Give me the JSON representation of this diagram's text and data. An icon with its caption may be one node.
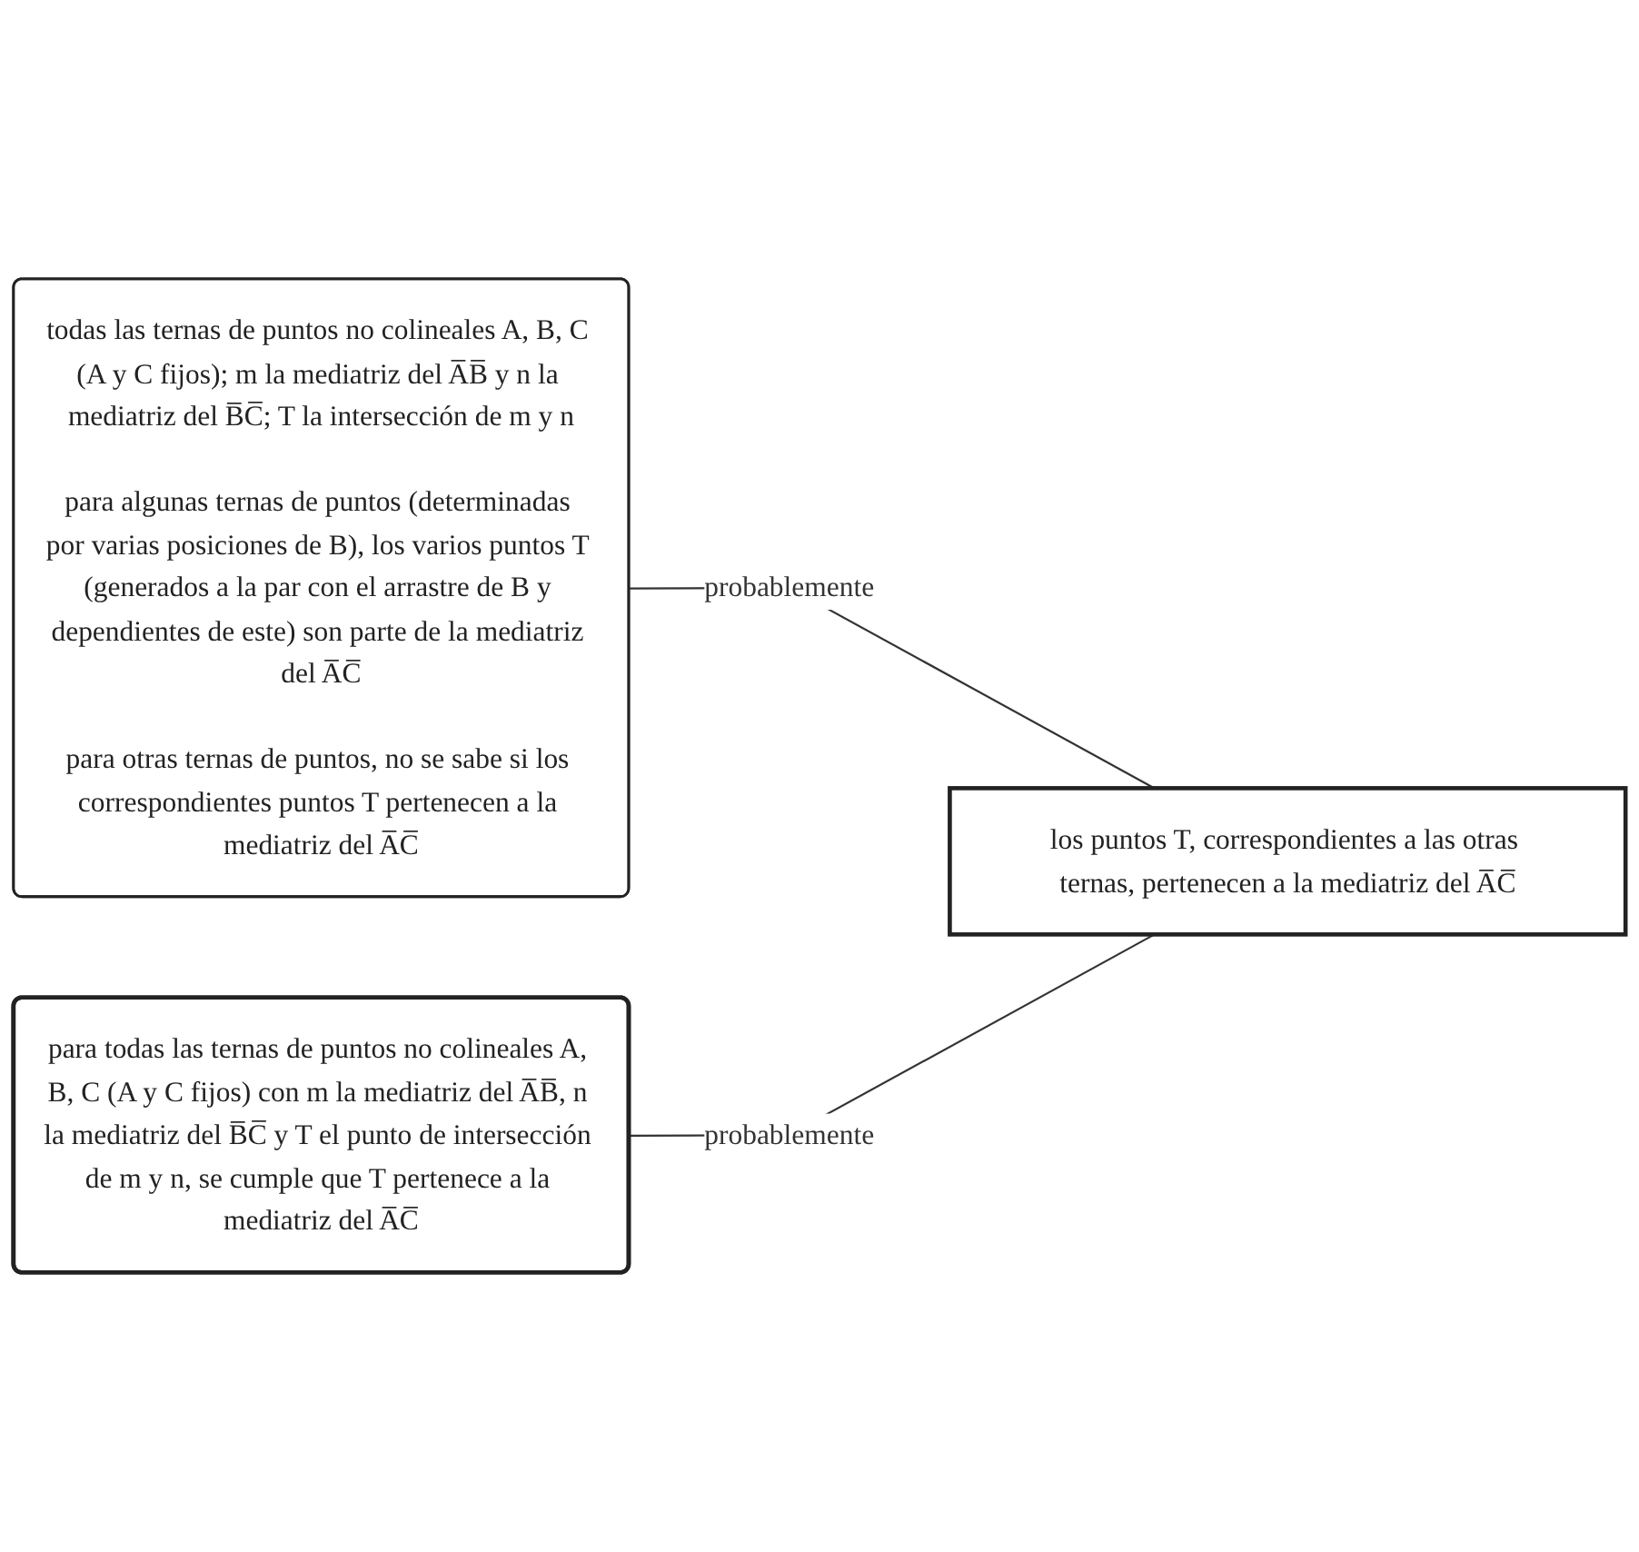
{
  "diagram": {
    "nodes": [
      {
        "text": [
          "todas las ternas de puntos no colineales A, B, C (A y C fijos); m la mediatriz del A̅B̅ y n la mediatriz del B̅C̅; T la intersección de m y n",
          "para algunas ternas de puntos (determinadas por varias posiciones de B), los varios puntos T (generados a la par con el arrastre de B y dependientes de este) son parte de la mediatriz del A̅C̅",
          "para otras ternas de puntos, no se sabe si los correspondientes puntos T pertenecen a la mediatriz del A̅C̅"
        ]
      },
      {
        "text": [
          "los puntos T, correspondientes a las otras ternas, pertenecen a la mediatriz del A̅C̅"
        ]
      },
      {
        "text": [
          "para todas las ternas de puntos no colineales A, B, C (A y C fijos) con m la mediatriz del A̅B̅, n la mediatriz del B̅C̅ y T el punto de intersección de m y n, se cumple que T pertenece a la mediatriz del A̅C̅"
        ]
      }
    ],
    "edges": [
      {
        "from": 0,
        "to": 1,
        "arrow": "none",
        "label": "probablemente"
      },
      {
        "from": 2,
        "to": 1,
        "arrow": "none",
        "label": "probablemente"
      }
    ]
  }
}
